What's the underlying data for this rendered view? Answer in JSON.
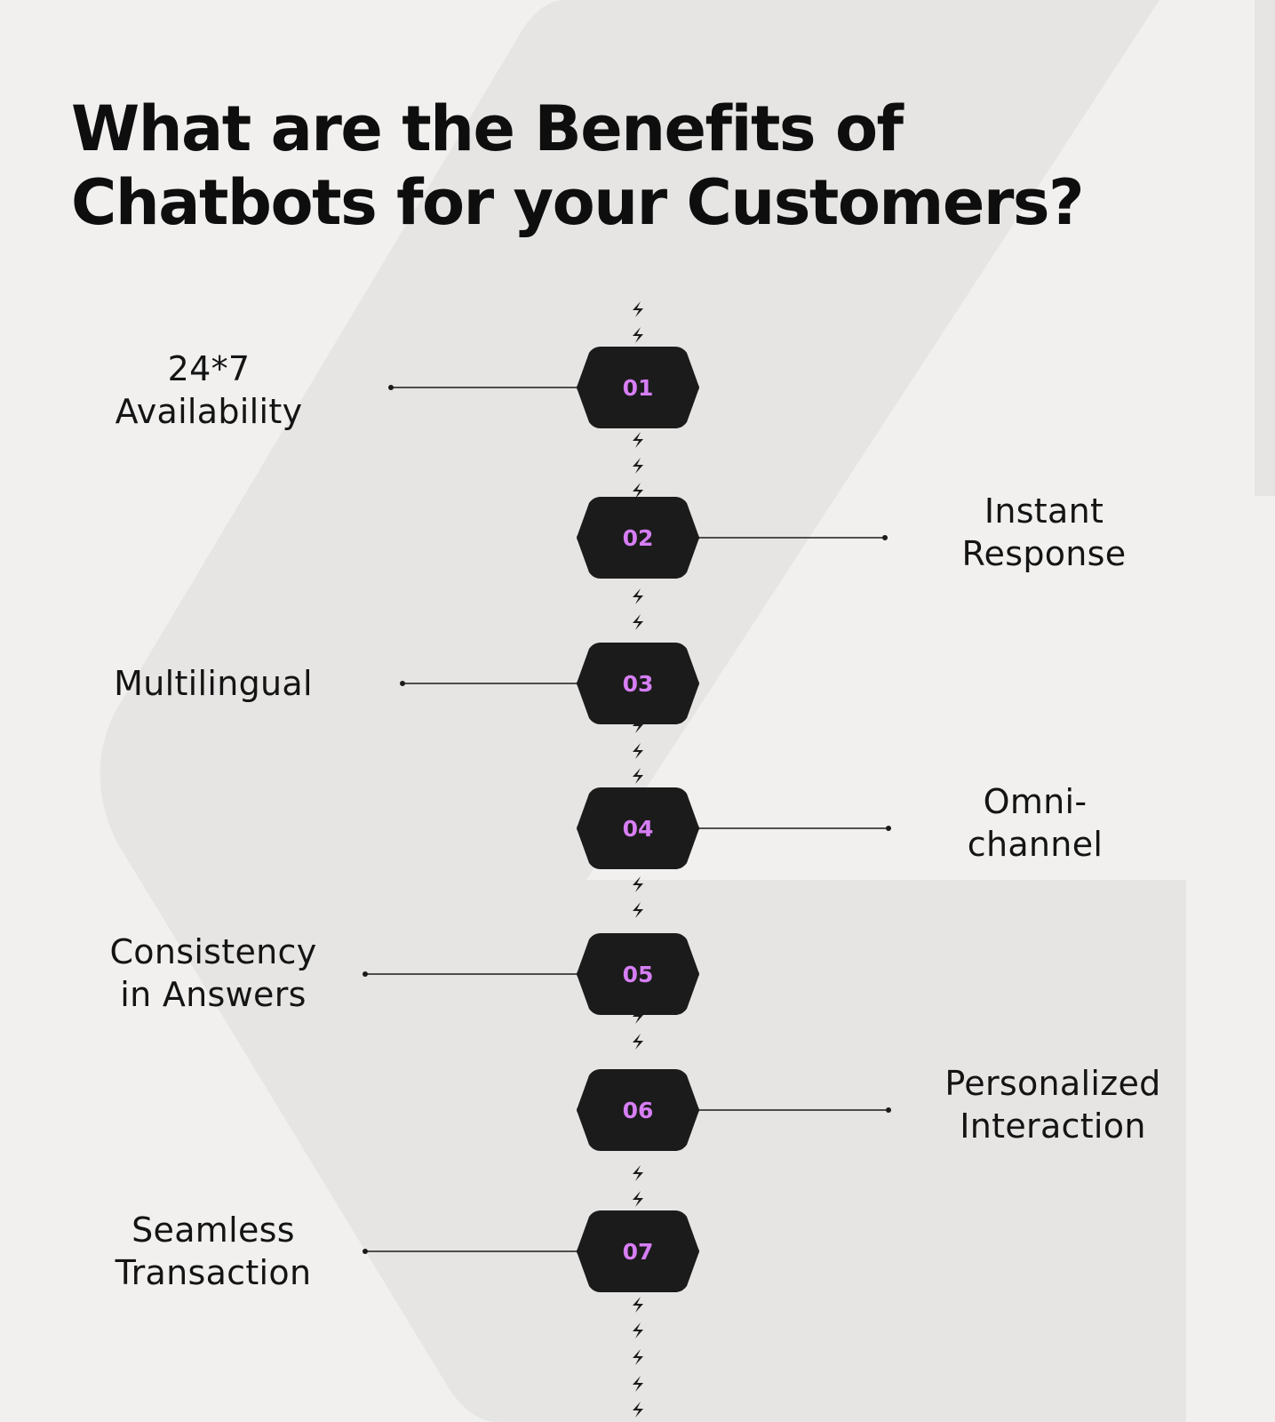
{
  "title": {
    "line1": "What are the Benefits of",
    "line2": "Chatbots for your Customers?"
  },
  "benefits": [
    {
      "number": "01",
      "line1": "24*7",
      "line2": "Availability",
      "side": "left"
    },
    {
      "number": "02",
      "line1": "Instant",
      "line2": "Response",
      "side": "right"
    },
    {
      "number": "03",
      "line1": "Multilingual",
      "line2": "",
      "side": "left"
    },
    {
      "number": "04",
      "line1": "Omni-",
      "line2": "channel",
      "side": "right"
    },
    {
      "number": "05",
      "line1": "Consistency",
      "line2": "in Answers",
      "side": "left"
    },
    {
      "number": "06",
      "line1": "Personalized",
      "line2": "Interaction",
      "side": "right"
    },
    {
      "number": "07",
      "line1": "Seamless",
      "line2": "Transaction",
      "side": "left"
    }
  ],
  "colors": {
    "background": "#f1f0ef",
    "background_shape": "#e6e5e4",
    "hexagon": "#1b1b1b",
    "number": "#d67ef4",
    "text": "#141414",
    "connector": "#1b1b1b"
  },
  "connector_icon": "lightning-bolt-icon"
}
